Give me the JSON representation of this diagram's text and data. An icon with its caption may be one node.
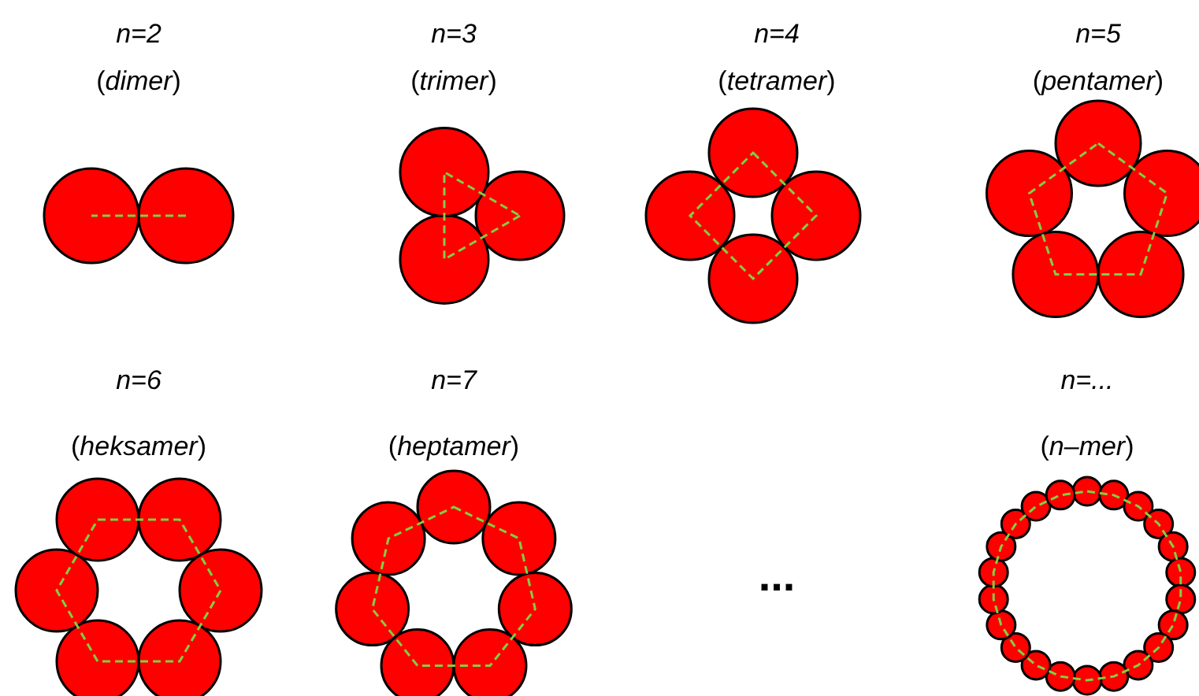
{
  "diagram": {
    "labels": [
      "n=2",
      "(*dimer*)",
      "n=3",
      "(*trimer*)",
      "n=4",
      "(*tetramer*)",
      "n=5",
      "(*pentamer*)",
      "n=6",
      "(*heksamer*)",
      "n=7",
      "(*heptamer*)",
      "n=...",
      "(*n–mer*)",
      "..."
    ]
  }
}
